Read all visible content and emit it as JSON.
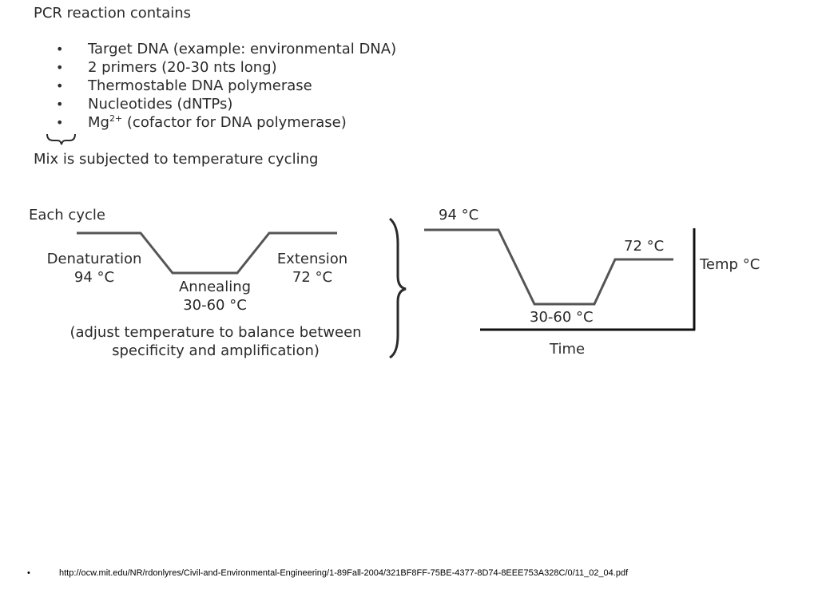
{
  "slide": {
    "title": "PCR reaction contains",
    "bullets": [
      {
        "label": "Target DNA (example: environmental DNA)"
      },
      {
        "label": "2 primers (20-30 nts long)"
      },
      {
        "label": "Thermostable DNA polymerase"
      },
      {
        "label": "Nucleotides (dNTPs)"
      },
      {
        "base": "Mg",
        "sup": "2+",
        "rest": " (cofactor for DNA polymerase)"
      }
    ],
    "mix_text": "Mix is subjected to temperature cycling"
  },
  "cycle": {
    "heading": "Each cycle",
    "denaturation": {
      "name": "Denaturation",
      "temp": "94 °C"
    },
    "annealing": {
      "name": "Annealing",
      "temp": "30-60 °C"
    },
    "extension": {
      "name": "Extension",
      "temp": "72 °C"
    },
    "note_line1": "(adjust temperature to balance between",
    "note_line2": "specificity and amplification)"
  },
  "graph": {
    "label_94": "94 °C",
    "label_72": "72 °C",
    "label_30_60": "30-60 °C",
    "y_axis": "Temp °C",
    "x_axis": "Time"
  },
  "footer": {
    "bullet": "•",
    "url": "http://ocw.mit.edu/NR/rdonlyres/Civil-and-Environmental-Engineering/1-89Fall-2004/321BF8FF-75BE-4377-8D74-8EEE753A328C/0/11_02_04.pdf"
  },
  "colors": {
    "text": "#2a2a2a",
    "line": "#555555",
    "axis": "#111111"
  }
}
